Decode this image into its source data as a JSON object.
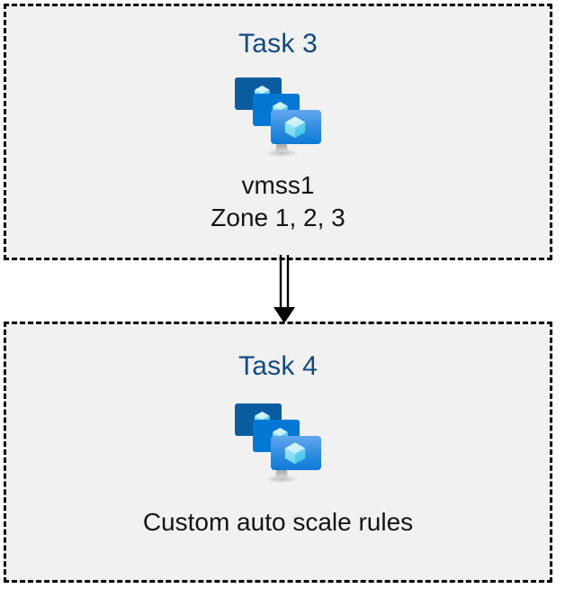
{
  "diagram": {
    "type": "flow",
    "background_color": "#ffffff",
    "box_fill_color": "#f1f1f1",
    "box_border_color": "#000000",
    "box_border_style": "dashed",
    "title_color": "#114a7e",
    "caption_color": "#131313",
    "connector": {
      "name": "double-line-arrow",
      "direction": "down",
      "from": "Task 3",
      "to": "Task 4",
      "color": "#000000"
    },
    "boxes": [
      {
        "id": "task-3",
        "title": "Task 3",
        "icon": "vmss-icon",
        "icon_label": "Virtual machine scale set",
        "captions": [
          "vmss1",
          "Zone 1, 2, 3"
        ]
      },
      {
        "id": "task-4",
        "title": "Task 4",
        "icon": "vmss-icon",
        "icon_label": "Virtual machine scale set",
        "captions": [
          "Custom auto scale rules"
        ]
      }
    ]
  },
  "icon_colors": {
    "monitor_back": "#0a5ca0",
    "monitor_mid": "#0078d4",
    "monitor_front_top": "#5ea0ec",
    "monitor_front_bottom": "#0f7ad6",
    "cube_light": "#c3f1fb",
    "cube_mid": "#9be3f5",
    "cube_dark": "#50ccf0",
    "stand_gray": "#8e8e8e",
    "stand_base": "#d9d9d9"
  }
}
